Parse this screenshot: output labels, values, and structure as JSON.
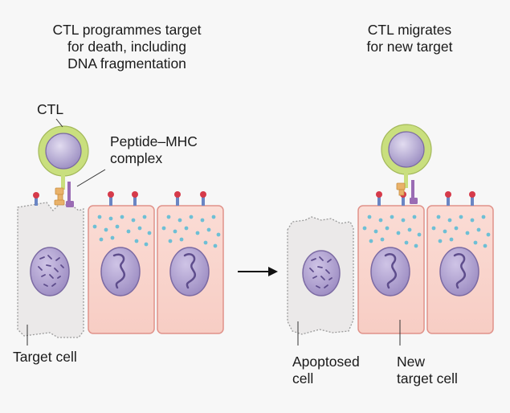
{
  "left_heading": [
    "CTL programmes target",
    "for death, including",
    "DNA fragmentation"
  ],
  "right_heading": [
    "CTL migrates",
    "for new target"
  ],
  "labels": {
    "ctl": "CTL",
    "peptide_mhc": [
      "Peptide–MHC",
      "complex"
    ],
    "target_cell": "Target cell",
    "apoptosed_cell": [
      "Apoptosed",
      "cell"
    ],
    "new_target_cell": [
      "New",
      "target cell"
    ]
  },
  "colors": {
    "background": "#f7f7f7",
    "healthy_cell_fill": "#f9d3cc",
    "healthy_cell_stroke": "#e0928a",
    "dying_cell_fill": "#ebe9e9",
    "dying_cell_stroke": "#9a9a9a",
    "nucleus_fill": "#b4a6d1",
    "nucleus_stroke": "#7b6aa3",
    "ctl_outer": "#c9df7e",
    "ctl_inner": "#bcb2d8",
    "granule": "#6dbfd5",
    "tcr": "#e9b26a",
    "mhc": "#9a6cb4",
    "receptor_stem": "#6b86c4",
    "receptor_head": "#d63a4a"
  }
}
